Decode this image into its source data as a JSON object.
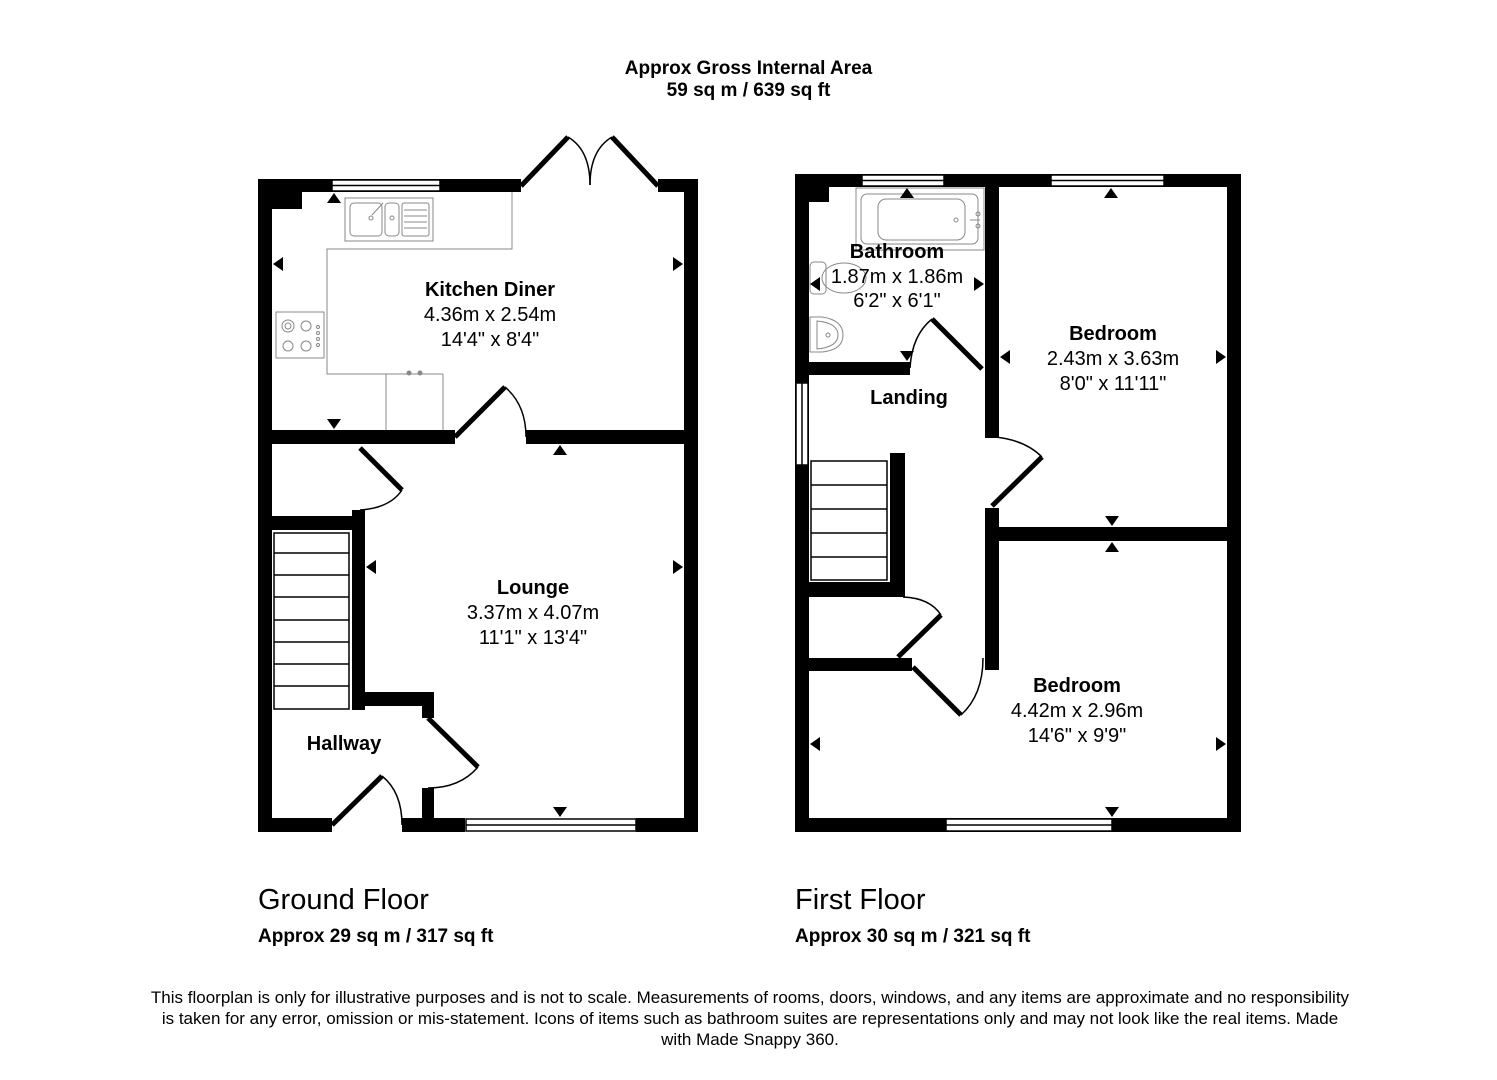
{
  "header": {
    "title": "Approx Gross Internal Area",
    "total_area": "59 sq m / 639 sq ft"
  },
  "ground_floor": {
    "label": "Ground Floor",
    "area": "Approx 29 sq m / 317 sq ft",
    "rooms": {
      "kitchen": {
        "name": "Kitchen Diner",
        "metric": "4.36m x 2.54m",
        "imperial": "14'4\" x 8'4\""
      },
      "lounge": {
        "name": "Lounge",
        "metric": "3.37m x 4.07m",
        "imperial": "11'1\" x 13'4\""
      },
      "hallway": {
        "name": "Hallway"
      }
    }
  },
  "first_floor": {
    "label": "First Floor",
    "area": "Approx 30 sq m / 321 sq ft",
    "rooms": {
      "bathroom": {
        "name": "Bathroom",
        "metric": "1.87m x 1.86m",
        "imperial": "6'2\" x 6'1\""
      },
      "bedroom1": {
        "name": "Bedroom",
        "metric": "2.43m x 3.63m",
        "imperial": "8'0\" x 11'11\""
      },
      "landing": {
        "name": "Landing"
      },
      "bedroom2": {
        "name": "Bedroom",
        "metric": "4.42m x 2.96m",
        "imperial": "14'6\" x 9'9\""
      }
    }
  },
  "disclaimer": "This floorplan is only for illustrative purposes and is not to scale. Measurements of rooms, doors, windows, and any items are approximate and no responsibility is taken for any error, omission or mis-statement. Icons of items such as bathroom suites are representations only and may not look like the real items. Made with Made Snappy 360.",
  "colors": {
    "wall": "#000000",
    "fixture": "#888888",
    "background": "#ffffff"
  }
}
